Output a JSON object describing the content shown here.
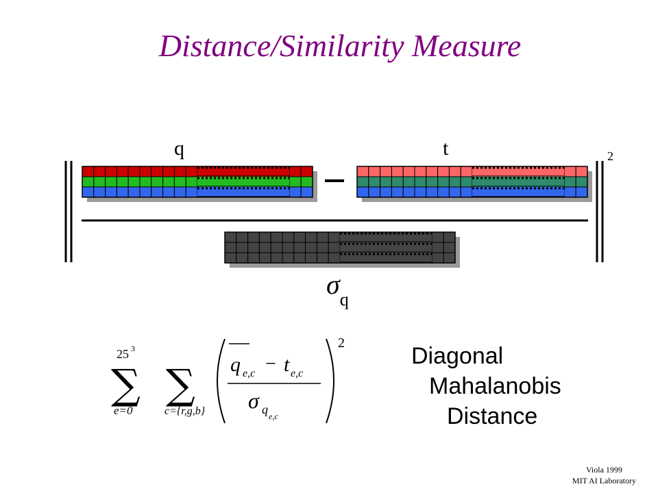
{
  "slide": {
    "title": "Distance/Similarity Measure",
    "label_q": "q",
    "label_t": "t",
    "exponent": "2",
    "sigma_symbol": "σ",
    "sigma_sub": "q",
    "description": [
      "Diagonal",
      "Mahalanobis",
      "Distance"
    ],
    "footer": [
      "Viola 1999",
      "MIT AI Laboratory"
    ]
  },
  "formula": {
    "upper_limit_base": "25",
    "upper_limit_exp": "3",
    "lower_limit_e": "e=0",
    "lower_limit_c": "c={r,g,b}",
    "numerator_q": "q",
    "numerator_sub": "e,c",
    "minus": "−",
    "numerator_t": "t",
    "denominator_sigma": "σ",
    "denominator_sub_q": "q",
    "outer_exp": "2"
  },
  "colors": {
    "title": "#800080",
    "q_rows": [
      "#cc0000",
      "#22bb22",
      "#3366ee"
    ],
    "t_rows": [
      "#ff6666",
      "#2e8b6b",
      "#3366ee"
    ],
    "sigma_rows": [
      "#444444",
      "#444444",
      "#444444"
    ]
  }
}
